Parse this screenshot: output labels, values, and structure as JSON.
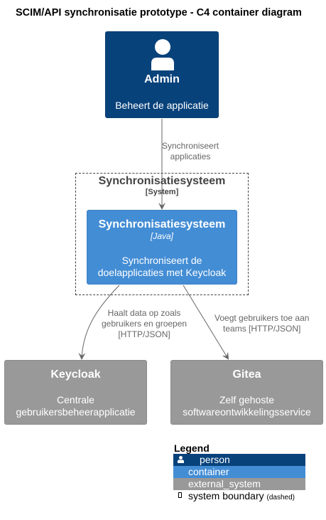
{
  "title": "SCIM/API synchronisatie prototype - C4 container diagram",
  "person": {
    "name": "Admin",
    "description": "Beheert de applicatie",
    "icon": "person-icon"
  },
  "boundary": {
    "name": "Synchronisatiesysteem",
    "type": "[System]"
  },
  "container": {
    "name": "Synchronisatiesysteem",
    "technology": "[Java]",
    "description_line1": "Synchroniseert de",
    "description_line2": "doelapplicaties met Keycloak"
  },
  "external_systems": [
    {
      "name": "Keycloak",
      "description_line1": "Centrale",
      "description_line2": "gebruikersbeheerapplicatie"
    },
    {
      "name": "Gitea",
      "description_line1": "Zelf gehoste",
      "description_line2": "softwareontwikkelingsservice"
    }
  ],
  "relations": [
    {
      "from": "Admin",
      "to": "Synchronisatiesysteem",
      "line1": "Synchroniseert",
      "line2": "applicaties"
    },
    {
      "from": "Synchronisatiesysteem",
      "to": "Keycloak",
      "line1": "Haalt data op zoals",
      "line2": "gebruikers en groepen",
      "line3": "[HTTP/JSON]"
    },
    {
      "from": "Synchronisatiesysteem",
      "to": "Gitea",
      "line1": "Voegt gebruikers toe aan",
      "line2": "teams [HTTP/JSON]"
    }
  ],
  "legend": {
    "title": "Legend",
    "person": "person",
    "container": "container",
    "external_system": "external_system",
    "system_boundary": "system boundary",
    "dashed": "(dashed)"
  },
  "colors": {
    "person": "#08427b",
    "container": "#438dd5",
    "external_system": "#999999",
    "edge": "#666666"
  }
}
